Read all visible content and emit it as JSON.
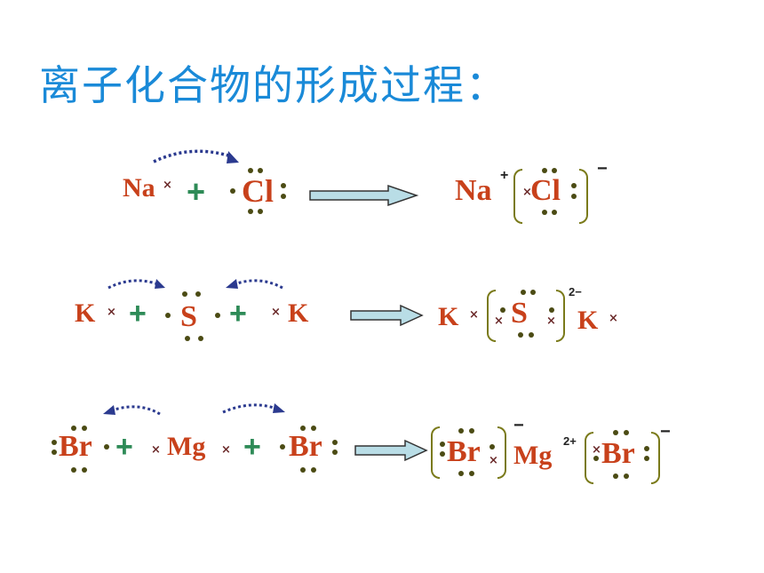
{
  "title": "离子化合物的形成过程：",
  "colors": {
    "title": "#1a8ad8",
    "symbol": "#c8411b",
    "plus": "#2e8b57",
    "electron_dot": "#4b4b14",
    "bracket": "#7a7a1a",
    "curved_arrow": "#2b3a8f",
    "reaction_arrow_fill": "#b9dde6"
  },
  "reactions": [
    {
      "reactants": {
        "na": "Na",
        "plus": "+",
        "cl": "Cl"
      },
      "products": {
        "na": "Na",
        "na_charge": "+",
        "cl": "Cl",
        "cl_charge": "−"
      },
      "electron_mark": "×"
    },
    {
      "reactants": {
        "k1": "K",
        "plus1": "+",
        "s": "S",
        "plus2": "+",
        "k2": "K"
      },
      "products": {
        "k1": "K",
        "s": "S",
        "s_charge": "2−",
        "k2": "K"
      },
      "electron_mark": "×"
    },
    {
      "reactants": {
        "br1": "Br",
        "plus1": "+",
        "mg": "Mg",
        "plus2": "+",
        "br2": "Br"
      },
      "products": {
        "br1": "Br",
        "br1_charge": "−",
        "mg": "Mg",
        "mg_charge": "2+",
        "br2": "Br",
        "br2_charge": "−"
      },
      "electron_mark": "×"
    }
  ]
}
